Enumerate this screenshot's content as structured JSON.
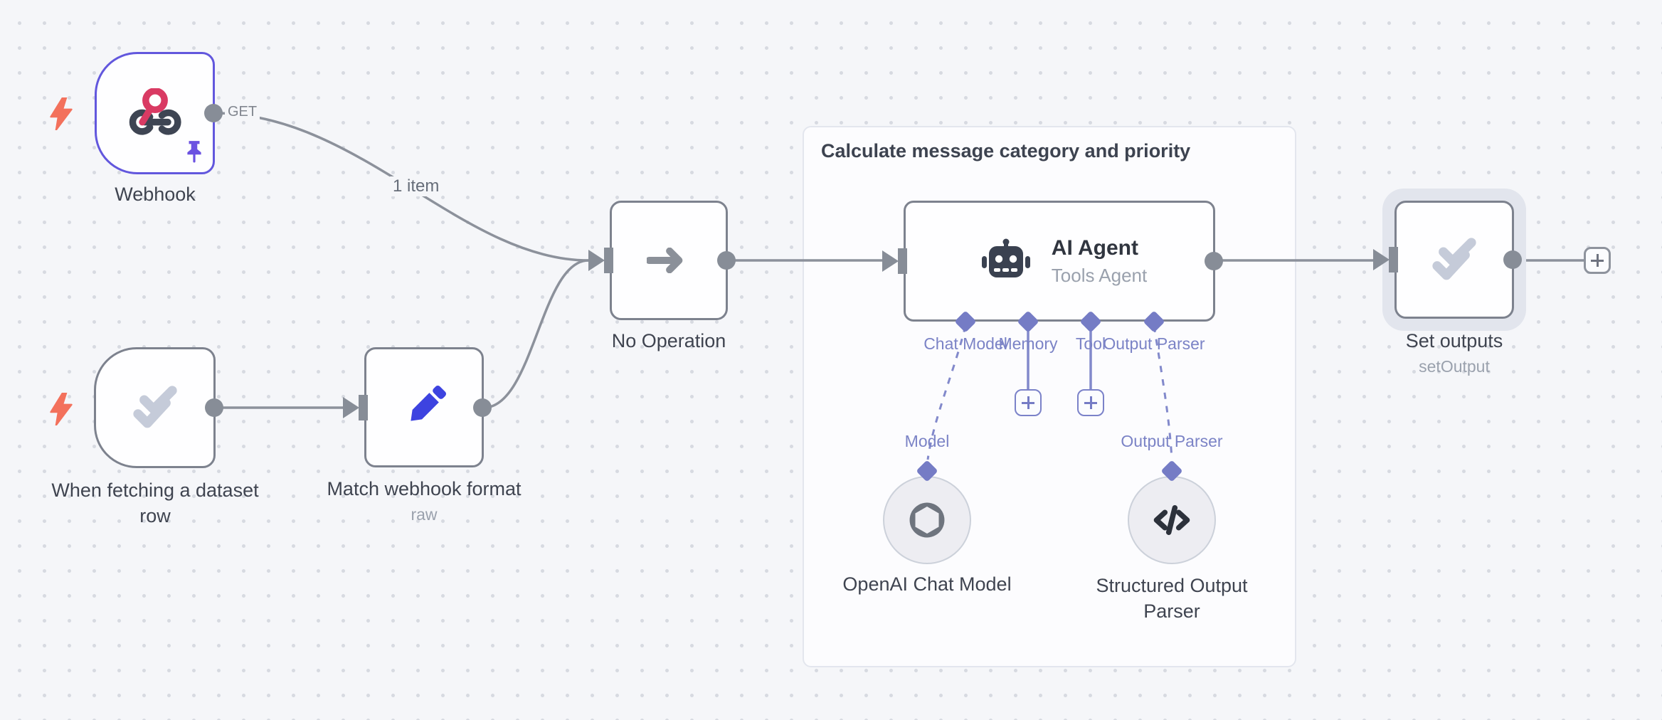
{
  "group": {
    "title": "Calculate message category and priority"
  },
  "edge_labels": {
    "webhook_method": "GET",
    "webhook_items": "1 item"
  },
  "nodes": {
    "webhook": {
      "label": "Webhook"
    },
    "when_fetching": {
      "label": "When fetching a dataset row"
    },
    "match_format": {
      "label": "Match webhook format",
      "subtitle": "raw"
    },
    "no_operation": {
      "label": "No Operation"
    },
    "ai_agent": {
      "title": "AI Agent",
      "subtitle": "Tools Agent",
      "ports": [
        {
          "label": "Chat Model"
        },
        {
          "label": "Memory"
        },
        {
          "label": "Tool"
        },
        {
          "label": "Output Parser"
        }
      ]
    },
    "openai_chat_model": {
      "label": "OpenAI Chat Model",
      "port_label": "Model"
    },
    "structured_output_parser": {
      "label": "Structured Output Parser",
      "port_label": "Output Parser"
    },
    "set_outputs": {
      "label": "Set outputs",
      "subtitle": "setOutput"
    }
  },
  "icons": {
    "webhook": "webhook-icon",
    "double_check": "double-check-icon",
    "pencil": "pencil-icon",
    "arrow_right": "arrow-right-icon",
    "robot": "robot-icon",
    "openai": "openai-logo-icon",
    "code": "code-brackets-icon",
    "lightning": "lightning-trigger-icon",
    "pin": "pin-icon",
    "plus": "plus-icon"
  },
  "colors": {
    "canvas_bg": "#f5f6f9",
    "node_border": "#7d828e",
    "selected_node_border": "#6257dd",
    "edge": "#8c919b",
    "ai_connector": "#8289cb",
    "diamond": "#757cc5",
    "pencil_blue": "#3d43e0",
    "bolt_orange": "#f3715c",
    "webhook_pink": "#d93a63",
    "icon_dark": "#3e4553",
    "check_gray": "#c5cbd9",
    "label_dark": "#3f4450",
    "label_gray": "#9aa1ad",
    "port_label": "#7b83c6"
  }
}
